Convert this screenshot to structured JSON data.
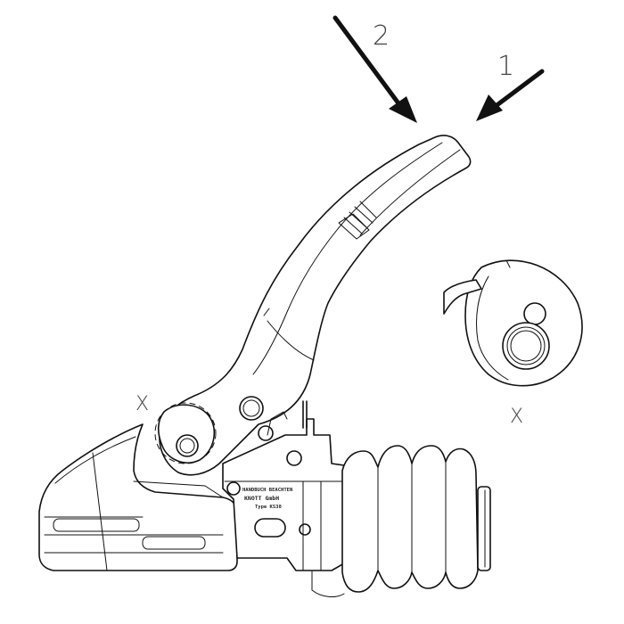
{
  "diagram": {
    "arrow_labels": {
      "arrow_1": "1",
      "arrow_2": "2"
    },
    "detail_marker": "X",
    "detail_caption": "X",
    "nameplate": {
      "line1": "HANDBUCH BEACHTEN",
      "line2": "KNOTT GmbH",
      "line3": "Type KS30"
    }
  },
  "colors": {
    "line": "#111111",
    "background": "#ffffff"
  },
  "icons": {
    "arrow_1": "arrow-down-left-icon",
    "arrow_2": "arrow-down-right-icon"
  }
}
